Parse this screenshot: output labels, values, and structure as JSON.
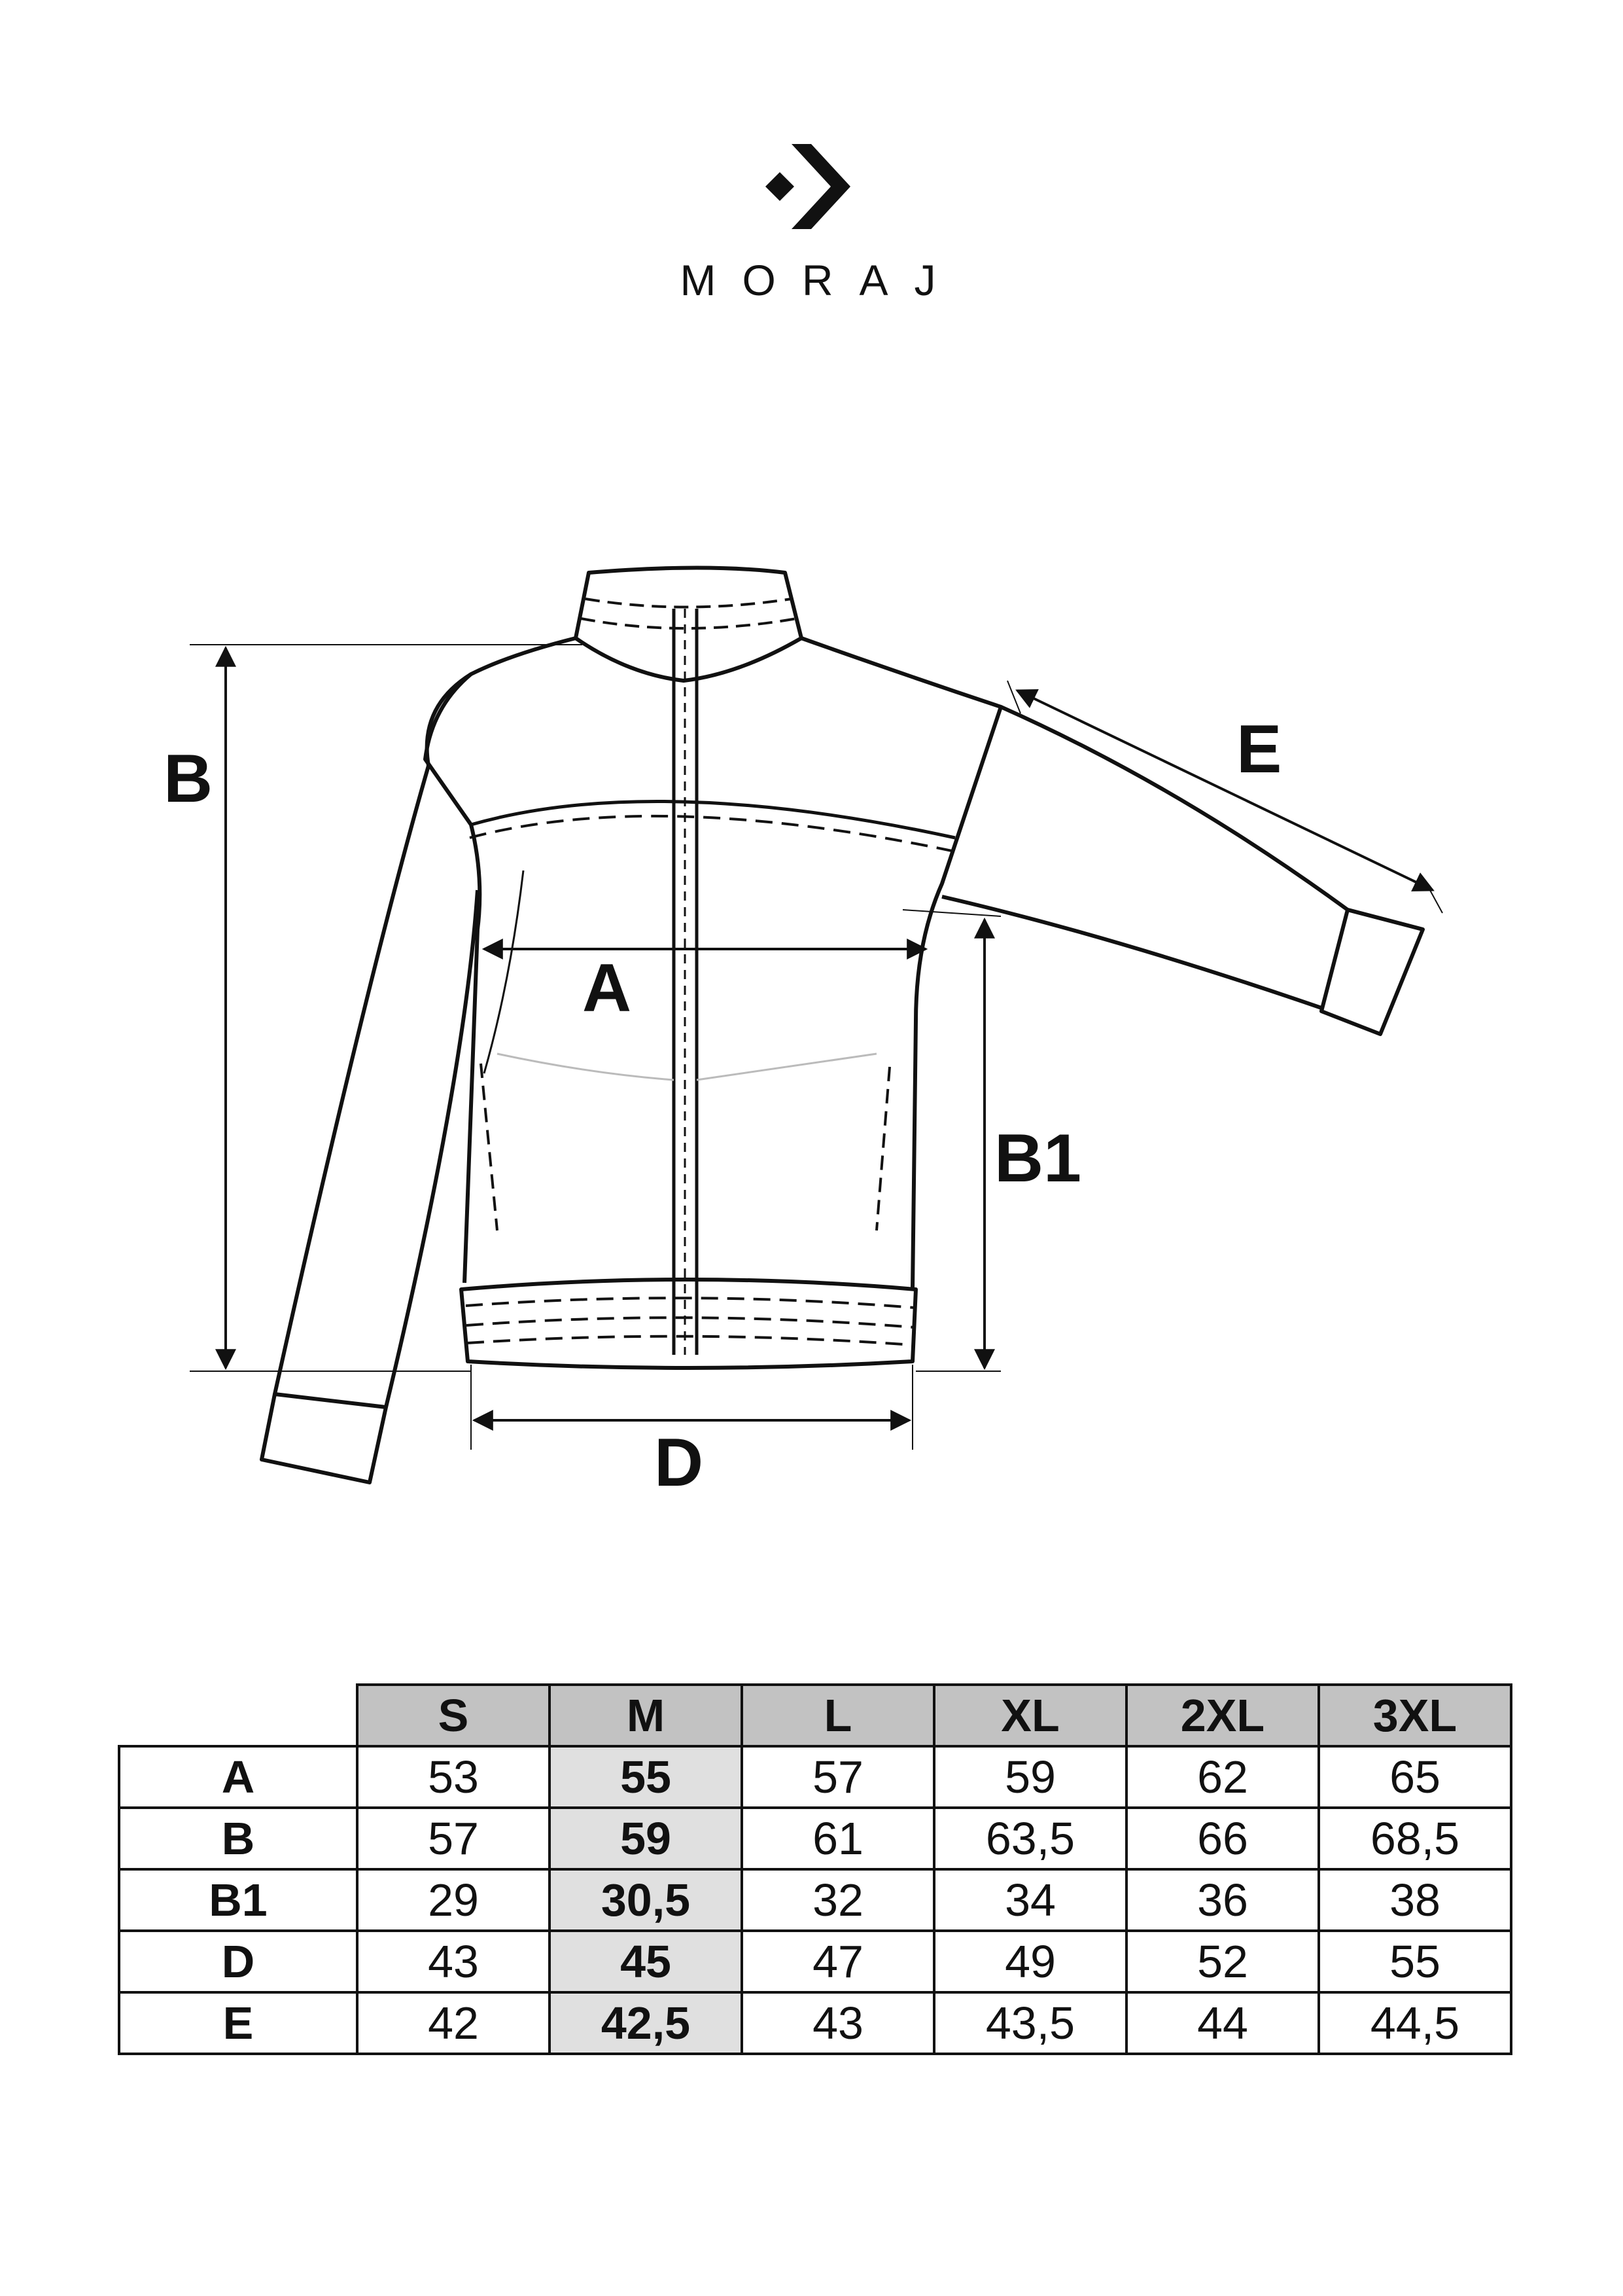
{
  "brand": {
    "name": "MORAJ",
    "logo_icon": "chevron-diamond-icon"
  },
  "diagram": {
    "labels": {
      "a": "A",
      "b": "B",
      "b1": "B1",
      "d": "D",
      "e": "E"
    }
  },
  "table": {
    "sizes": [
      "S",
      "M",
      "L",
      "XL",
      "2XL",
      "3XL"
    ],
    "highlight_color": "#e0e0e0",
    "header_color": "#c2c2c2",
    "rows": [
      {
        "label": "A",
        "values": [
          "53",
          "55",
          "57",
          "59",
          "62",
          "65"
        ]
      },
      {
        "label": "B",
        "values": [
          "57",
          "59",
          "61",
          "63,5",
          "66",
          "68,5"
        ]
      },
      {
        "label": "B1",
        "values": [
          "29",
          "30,5",
          "32",
          "34",
          "36",
          "38"
        ]
      },
      {
        "label": "D",
        "values": [
          "43",
          "45",
          "47",
          "49",
          "52",
          "55"
        ]
      },
      {
        "label": "E",
        "values": [
          "42",
          "42,5",
          "43",
          "43,5",
          "44",
          "44,5"
        ]
      }
    ]
  }
}
